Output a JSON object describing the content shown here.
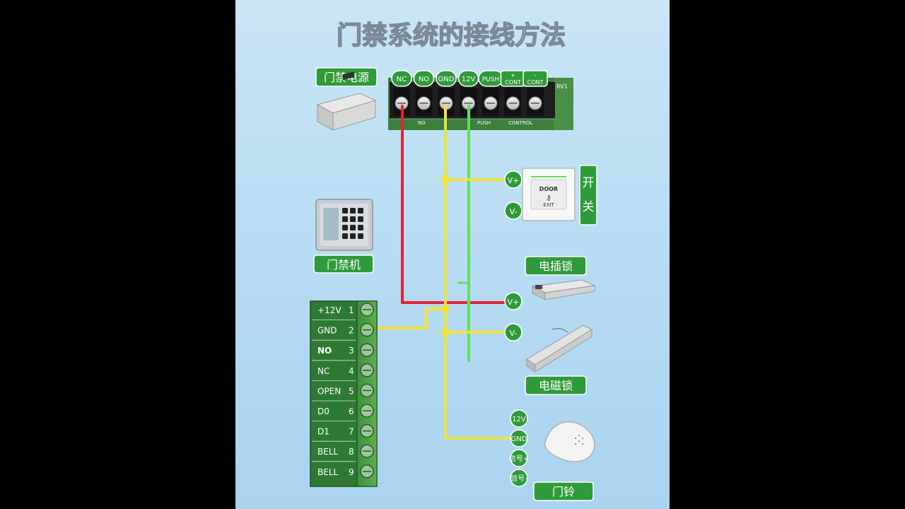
{
  "title": "门禁系统的接线方法",
  "power_supply": {
    "label": "门禁电源",
    "terminals": [
      "NC",
      "NO",
      "GND",
      "12V",
      "PUSH",
      "+\nCONT",
      "-\nCONT"
    ],
    "board_text": [
      "RV1",
      "NO",
      "PUSH",
      "CONTROL"
    ]
  },
  "controller": {
    "label": "门禁机",
    "pins": [
      {
        "name": "+12V",
        "num": "1"
      },
      {
        "name": "GND",
        "num": "2"
      },
      {
        "name": "NO",
        "num": "3"
      },
      {
        "name": "NC",
        "num": "4"
      },
      {
        "name": "OPEN",
        "num": "5"
      },
      {
        "name": "D0",
        "num": "6"
      },
      {
        "name": "D1",
        "num": "7"
      },
      {
        "name": "BELL",
        "num": "8"
      },
      {
        "name": "BELL",
        "num": "9"
      }
    ]
  },
  "exit_switch": {
    "label_1": "开",
    "label_2": "关",
    "vplus": "V+",
    "vminus": "V-",
    "face_top": "DOOR",
    "face_bottom": "EXIT"
  },
  "electric_bolt_lock": {
    "label": "电插锁",
    "vplus": "V+",
    "vminus": "V-"
  },
  "magnetic_lock": {
    "label": "电磁锁"
  },
  "doorbell": {
    "label": "门铃",
    "terminals": [
      "12V",
      "GND",
      "信号+",
      "信号-"
    ]
  },
  "colors": {
    "wire_red": "#e0243a",
    "wire_yellow": "#f2e23a",
    "wire_green": "#5fe05a",
    "label_green": "#2f9a3a",
    "terminal_block": "#1e1e1e"
  }
}
